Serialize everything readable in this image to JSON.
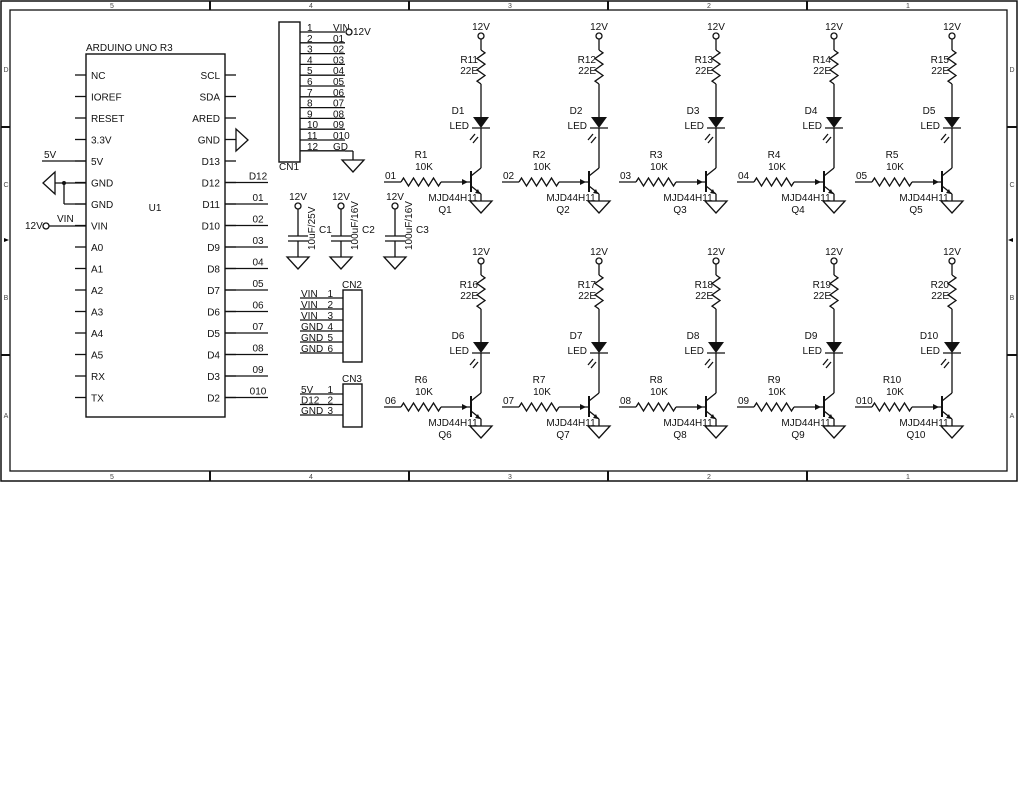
{
  "frame": {
    "columns": [
      "5",
      "4",
      "3",
      "2",
      "1"
    ],
    "rows": [
      "D",
      "C",
      "B",
      "A"
    ]
  },
  "arduino": {
    "title": "ARDUINO UNO R3",
    "ref": "U1",
    "left_pins": [
      "NC",
      "IOREF",
      "RESET",
      "3.3V",
      "5V",
      "GND",
      "GND",
      "VIN",
      "A0",
      "A1",
      "A2",
      "A3",
      "A4",
      "A5",
      "RX",
      "TX"
    ],
    "right_pins": [
      "SCL",
      "SDA",
      "ARED",
      "GND",
      "D13",
      "D12",
      "D11",
      "D10",
      "D9",
      "D8",
      "D7",
      "D6",
      "D5",
      "D4",
      "D3",
      "D2"
    ],
    "right_nets": [
      "",
      "",
      "",
      "",
      "",
      "D12",
      "01",
      "02",
      "03",
      "04",
      "05",
      "06",
      "07",
      "08",
      "09",
      "010"
    ],
    "net_5v": "5V",
    "net_vin": "VIN",
    "vin_supply": "12V"
  },
  "cn1": {
    "ref": "CN1",
    "pins": [
      {
        "num": "1",
        "net": "VIN"
      },
      {
        "num": "2",
        "net": "01"
      },
      {
        "num": "3",
        "net": "02"
      },
      {
        "num": "4",
        "net": "03"
      },
      {
        "num": "5",
        "net": "04"
      },
      {
        "num": "6",
        "net": "05"
      },
      {
        "num": "7",
        "net": "06"
      },
      {
        "num": "8",
        "net": "07"
      },
      {
        "num": "9",
        "net": "08"
      },
      {
        "num": "10",
        "net": "09"
      },
      {
        "num": "11",
        "net": "010"
      },
      {
        "num": "12",
        "net": "GD"
      }
    ],
    "supply": "12V"
  },
  "capacitors": [
    {
      "ref": "C1",
      "value": "10uF/25V",
      "supply": "12V"
    },
    {
      "ref": "C2",
      "value": "100uF/16V",
      "supply": "12V"
    },
    {
      "ref": "C3",
      "value": "100uF/16V",
      "supply": "12V"
    }
  ],
  "cn2": {
    "ref": "CN2",
    "pins": [
      {
        "num": "1",
        "net": "VIN"
      },
      {
        "num": "2",
        "net": "VIN"
      },
      {
        "num": "3",
        "net": "VIN"
      },
      {
        "num": "4",
        "net": "GND"
      },
      {
        "num": "5",
        "net": "GND"
      },
      {
        "num": "6",
        "net": "GND"
      }
    ]
  },
  "cn3": {
    "ref": "CN3",
    "pins": [
      {
        "num": "1",
        "net": "5V"
      },
      {
        "num": "2",
        "net": "D12"
      },
      {
        "num": "3",
        "net": "GND"
      }
    ]
  },
  "stages": [
    {
      "input": "01",
      "r_base": "R1",
      "r_base_val": "10K",
      "r_led": "R11",
      "r_led_val": "22E",
      "led": "D1",
      "led_val": "LED",
      "q": "Q1",
      "part": "MJD44H11",
      "supply": "12V"
    },
    {
      "input": "02",
      "r_base": "R2",
      "r_base_val": "10K",
      "r_led": "R12",
      "r_led_val": "22E",
      "led": "D2",
      "led_val": "LED",
      "q": "Q2",
      "part": "MJD44H11",
      "supply": "12V"
    },
    {
      "input": "03",
      "r_base": "R3",
      "r_base_val": "10K",
      "r_led": "R13",
      "r_led_val": "22E",
      "led": "D3",
      "led_val": "LED",
      "q": "Q3",
      "part": "MJD44H11",
      "supply": "12V"
    },
    {
      "input": "04",
      "r_base": "R4",
      "r_base_val": "10K",
      "r_led": "R14",
      "r_led_val": "22E",
      "led": "D4",
      "led_val": "LED",
      "q": "Q4",
      "part": "MJD44H11",
      "supply": "12V"
    },
    {
      "input": "05",
      "r_base": "R5",
      "r_base_val": "10K",
      "r_led": "R15",
      "r_led_val": "22E",
      "led": "D5",
      "led_val": "LED",
      "q": "Q5",
      "part": "MJD44H11",
      "supply": "12V"
    },
    {
      "input": "06",
      "r_base": "R6",
      "r_base_val": "10K",
      "r_led": "R16",
      "r_led_val": "22E",
      "led": "D6",
      "led_val": "LED",
      "q": "Q6",
      "part": "MJD44H11",
      "supply": "12V"
    },
    {
      "input": "07",
      "r_base": "R7",
      "r_base_val": "10K",
      "r_led": "R17",
      "r_led_val": "22E",
      "led": "D7",
      "led_val": "LED",
      "q": "Q7",
      "part": "MJD44H11",
      "supply": "12V"
    },
    {
      "input": "08",
      "r_base": "R8",
      "r_base_val": "10K",
      "r_led": "R18",
      "r_led_val": "22E",
      "led": "D8",
      "led_val": "LED",
      "q": "Q8",
      "part": "MJD44H11",
      "supply": "12V"
    },
    {
      "input": "09",
      "r_base": "R9",
      "r_base_val": "10K",
      "r_led": "R19",
      "r_led_val": "22E",
      "led": "D9",
      "led_val": "LED",
      "q": "Q9",
      "part": "MJD44H11",
      "supply": "12V"
    },
    {
      "input": "010",
      "r_base": "R10",
      "r_base_val": "10K",
      "r_led": "R20",
      "r_led_val": "22E",
      "led": "D10",
      "led_val": "LED",
      "q": "Q10",
      "part": "MJD44H11",
      "supply": "12V"
    }
  ]
}
